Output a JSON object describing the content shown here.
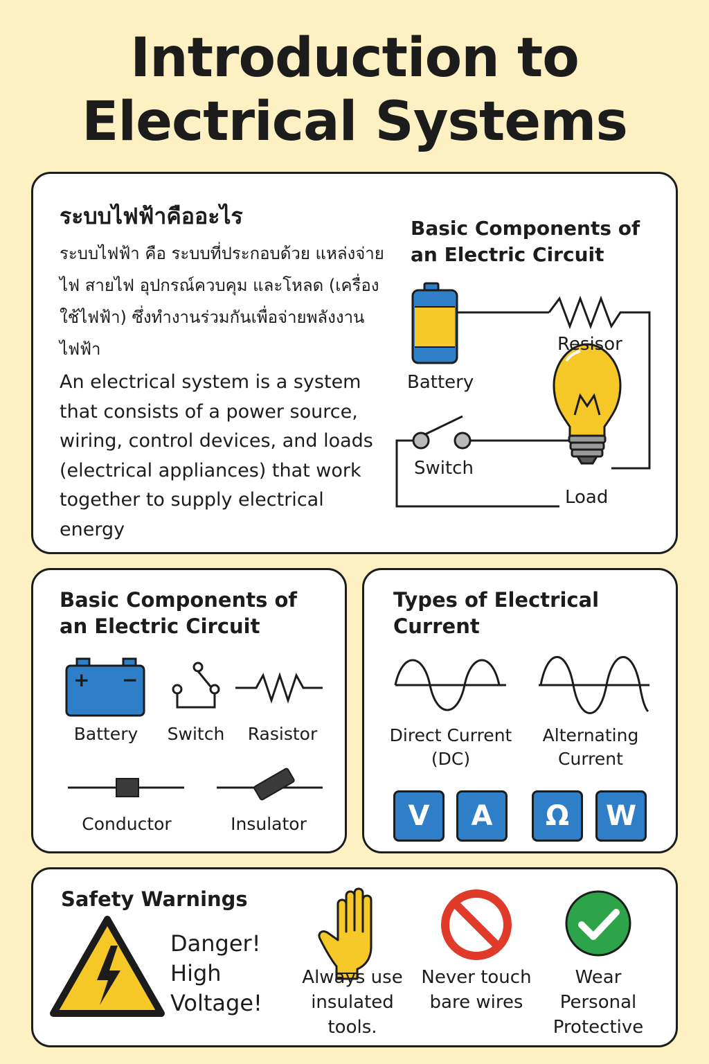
{
  "title_line1": "Introduction to",
  "title_line2": "Electrical Systems",
  "intro": {
    "thai_heading": "ระบบไฟฟ้าคืออะไร",
    "thai_text": "ระบบไฟฟ้า คือ ระบบที่ประกอบด้วย แหล่งจ่ายไฟ สายไฟ อุปกรณ์ควบคุม และโหลด (เครื่องใช้ไฟฟ้า) ซึ่งทำงานร่วมกันเพื่อจ่ายพลังงานไฟฟ้า",
    "english_text": "An electrical system is a system that consists of a power source, wiring, control devices, and loads (electrical appliances) that work together to supply electrical energy",
    "circuit_heading": "Basic Components of an Electric Circuit",
    "labels": {
      "battery": "Battery",
      "resistor": "Resisor",
      "switch": "Switch",
      "load": "Load"
    }
  },
  "components": {
    "heading": "Basic Components of an Electric Circuit",
    "battery_plus": "+",
    "battery_minus": "−",
    "items": [
      "Battery",
      "Switch",
      "Rasistor",
      "Conductor",
      "Insulator"
    ]
  },
  "current": {
    "heading": "Types of Electrical Current",
    "dc_label_1": "Direct Current",
    "dc_label_2": "(DC)",
    "ac_label_1": "Alternating",
    "ac_label_2": "Current",
    "units": [
      "V",
      "A",
      "Ω",
      "W"
    ]
  },
  "safety": {
    "heading": "Safety Warnings",
    "danger_1": "Danger!",
    "danger_2": "High",
    "danger_3": "Voltage!",
    "tip_tools": [
      "Always use",
      "insulated",
      "tools."
    ],
    "tip_wires": [
      "Never touch",
      "bare wires"
    ],
    "tip_ppe": [
      "Wear",
      "Personal",
      "Protective"
    ]
  },
  "colors": {
    "background": "#fdf0c2",
    "accent_blue": "#2f7fc8",
    "accent_yellow": "#f5c828",
    "danger_red": "#e03a2a",
    "ok_green": "#2ea44a"
  }
}
